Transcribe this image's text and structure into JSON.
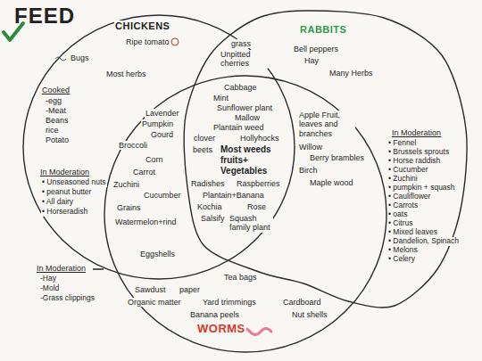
{
  "diagram": {
    "title": "FEED",
    "nodes": [
      {
        "text": [
          "CHICKENS"
        ]
      },
      {
        "text": [
          "RABBITS"
        ]
      },
      {
        "text": [
          "WORMS"
        ]
      }
    ],
    "labels": [
      "Bugs",
      "Ripe tomato",
      "Most herbs",
      "Cooked",
      "-egg",
      "-Meat",
      "Beans",
      "rice",
      "Potato",
      "In Moderation",
      "• Unseasoned nuts",
      "• peanut butter",
      "• All dairy",
      "• Horseradish",
      "grass",
      "Unpitted cherries",
      "Bell peppers",
      "Hay",
      "Many Herbs",
      "In Moderation",
      "• Fennel",
      "• Brussels sprouts",
      "• Horse raddish",
      "• Cucumber",
      "• Zuchini",
      "• pumpkin + squash",
      "• Cauliflower",
      "• Carrots",
      "• oats",
      "• Citrus",
      "• Mixed leaves",
      "• Dandelion, Spinach",
      "• Melons",
      "• Celery",
      "Lavender",
      "Pumpkin",
      "Gourd",
      "Broccoli",
      "Corn",
      "Carrot",
      "Zuchini",
      "Cucumber",
      "Grains",
      "Watermelon+rind",
      "Eggshells",
      "Cabbage",
      "Mint",
      "Sunflower plant",
      "Mallow",
      "Plantain weed",
      "clover",
      "Hollyhocks",
      "beets",
      "Most weeds fruits+ Vegetables",
      "Radishes",
      "Raspberries",
      "Plantain+Banana",
      "Kochia",
      "Rose",
      "Salsify",
      "Squash family plant",
      "Apple Fruit, leaves and branches",
      "Willow",
      "Berry brambles",
      "Birch",
      "Maple wood",
      "Tea bags",
      "Sawdust",
      "paper",
      "Cardboard",
      "Organic matter",
      "Yard trimmings",
      "Nut shells",
      "Banana peels",
      "In Moderation",
      "-Hay",
      "-Mold",
      "-Grass clippings"
    ]
  }
}
